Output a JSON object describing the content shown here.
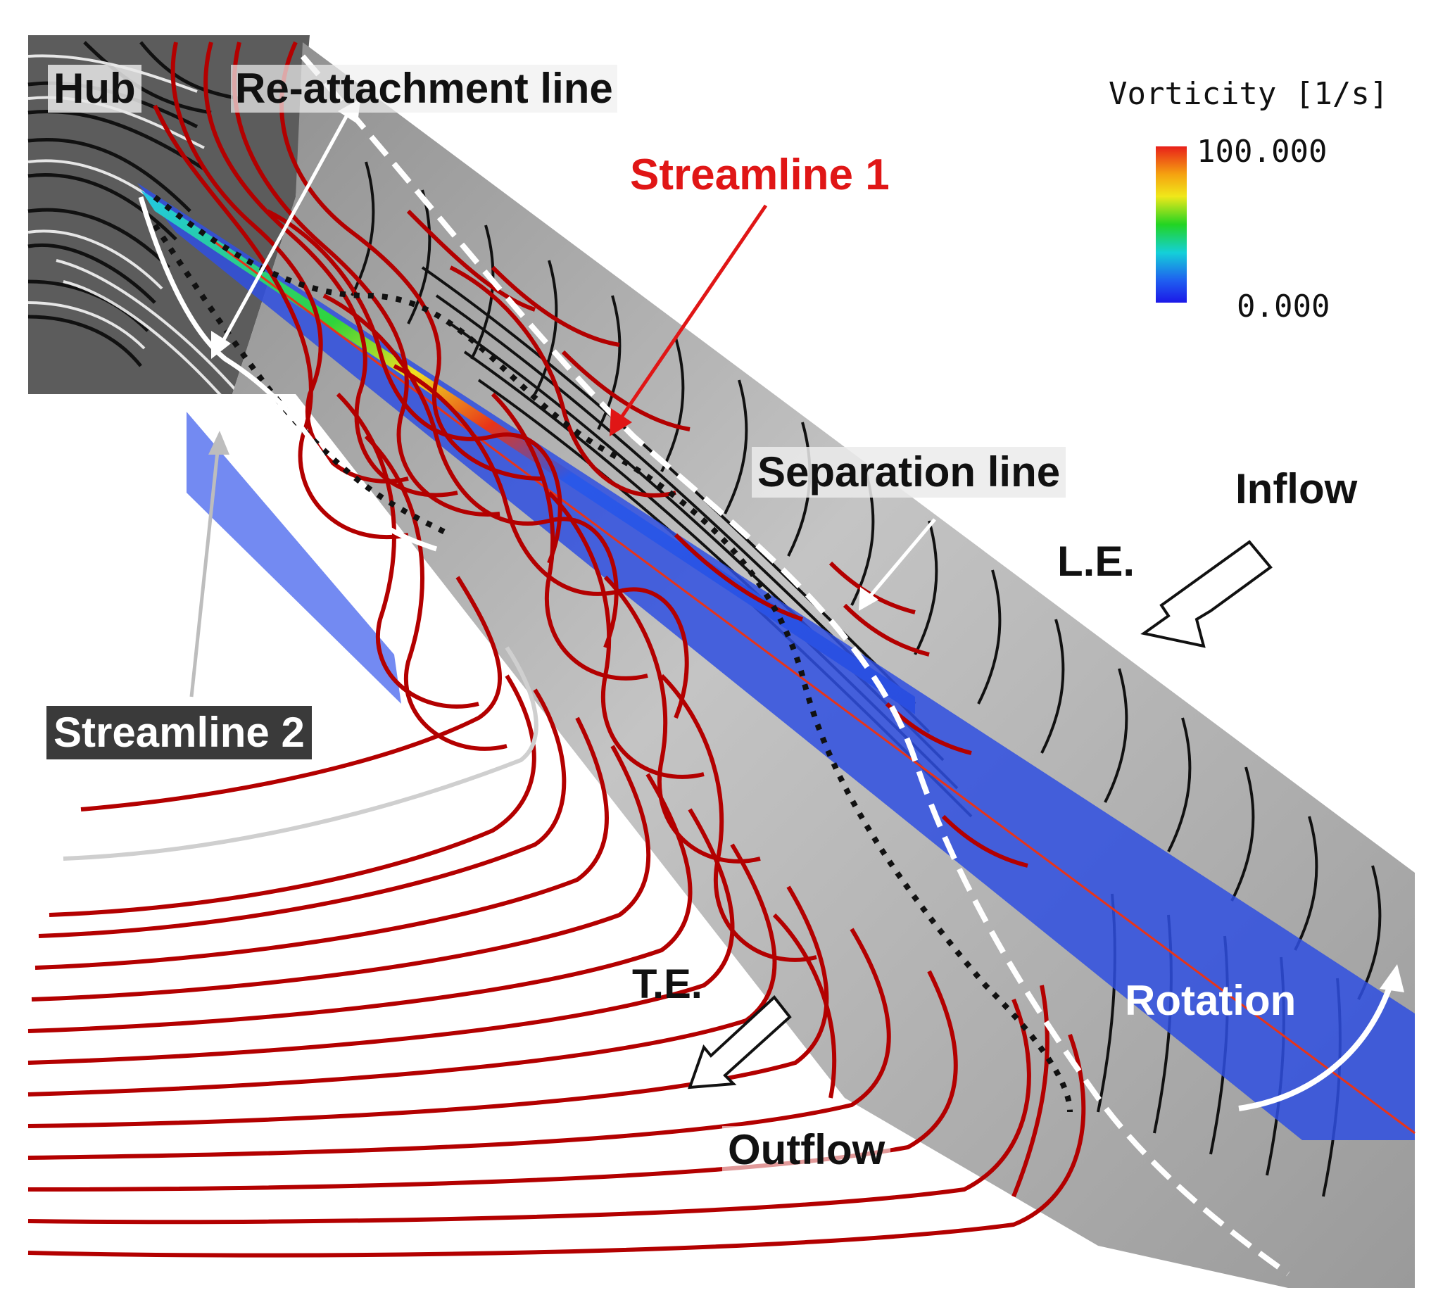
{
  "labels": {
    "hub": "Hub",
    "reattachment_line": "Re-attachment line",
    "streamline_1": "Streamline 1",
    "separation_line": "Separation line",
    "inflow": "Inflow",
    "leading_edge": "L.E.",
    "streamline_2": "Streamline 2",
    "trailing_edge": "T.E.",
    "rotation": "Rotation",
    "outflow": "Outflow"
  },
  "legend": {
    "title": "Vorticity [1/s]",
    "max": "100.000",
    "min": "0.000"
  },
  "colors": {
    "streamline_1": "#b30000",
    "streamline_2": "#c8c8c8",
    "blade_surface": "#a8a8a8",
    "vorticity_plane": "#2f4fe0",
    "annotation_red": "#e01616"
  },
  "icons": [
    "inflow-arrow-icon",
    "outflow-arrow-icon",
    "rotation-arrow-icon"
  ]
}
